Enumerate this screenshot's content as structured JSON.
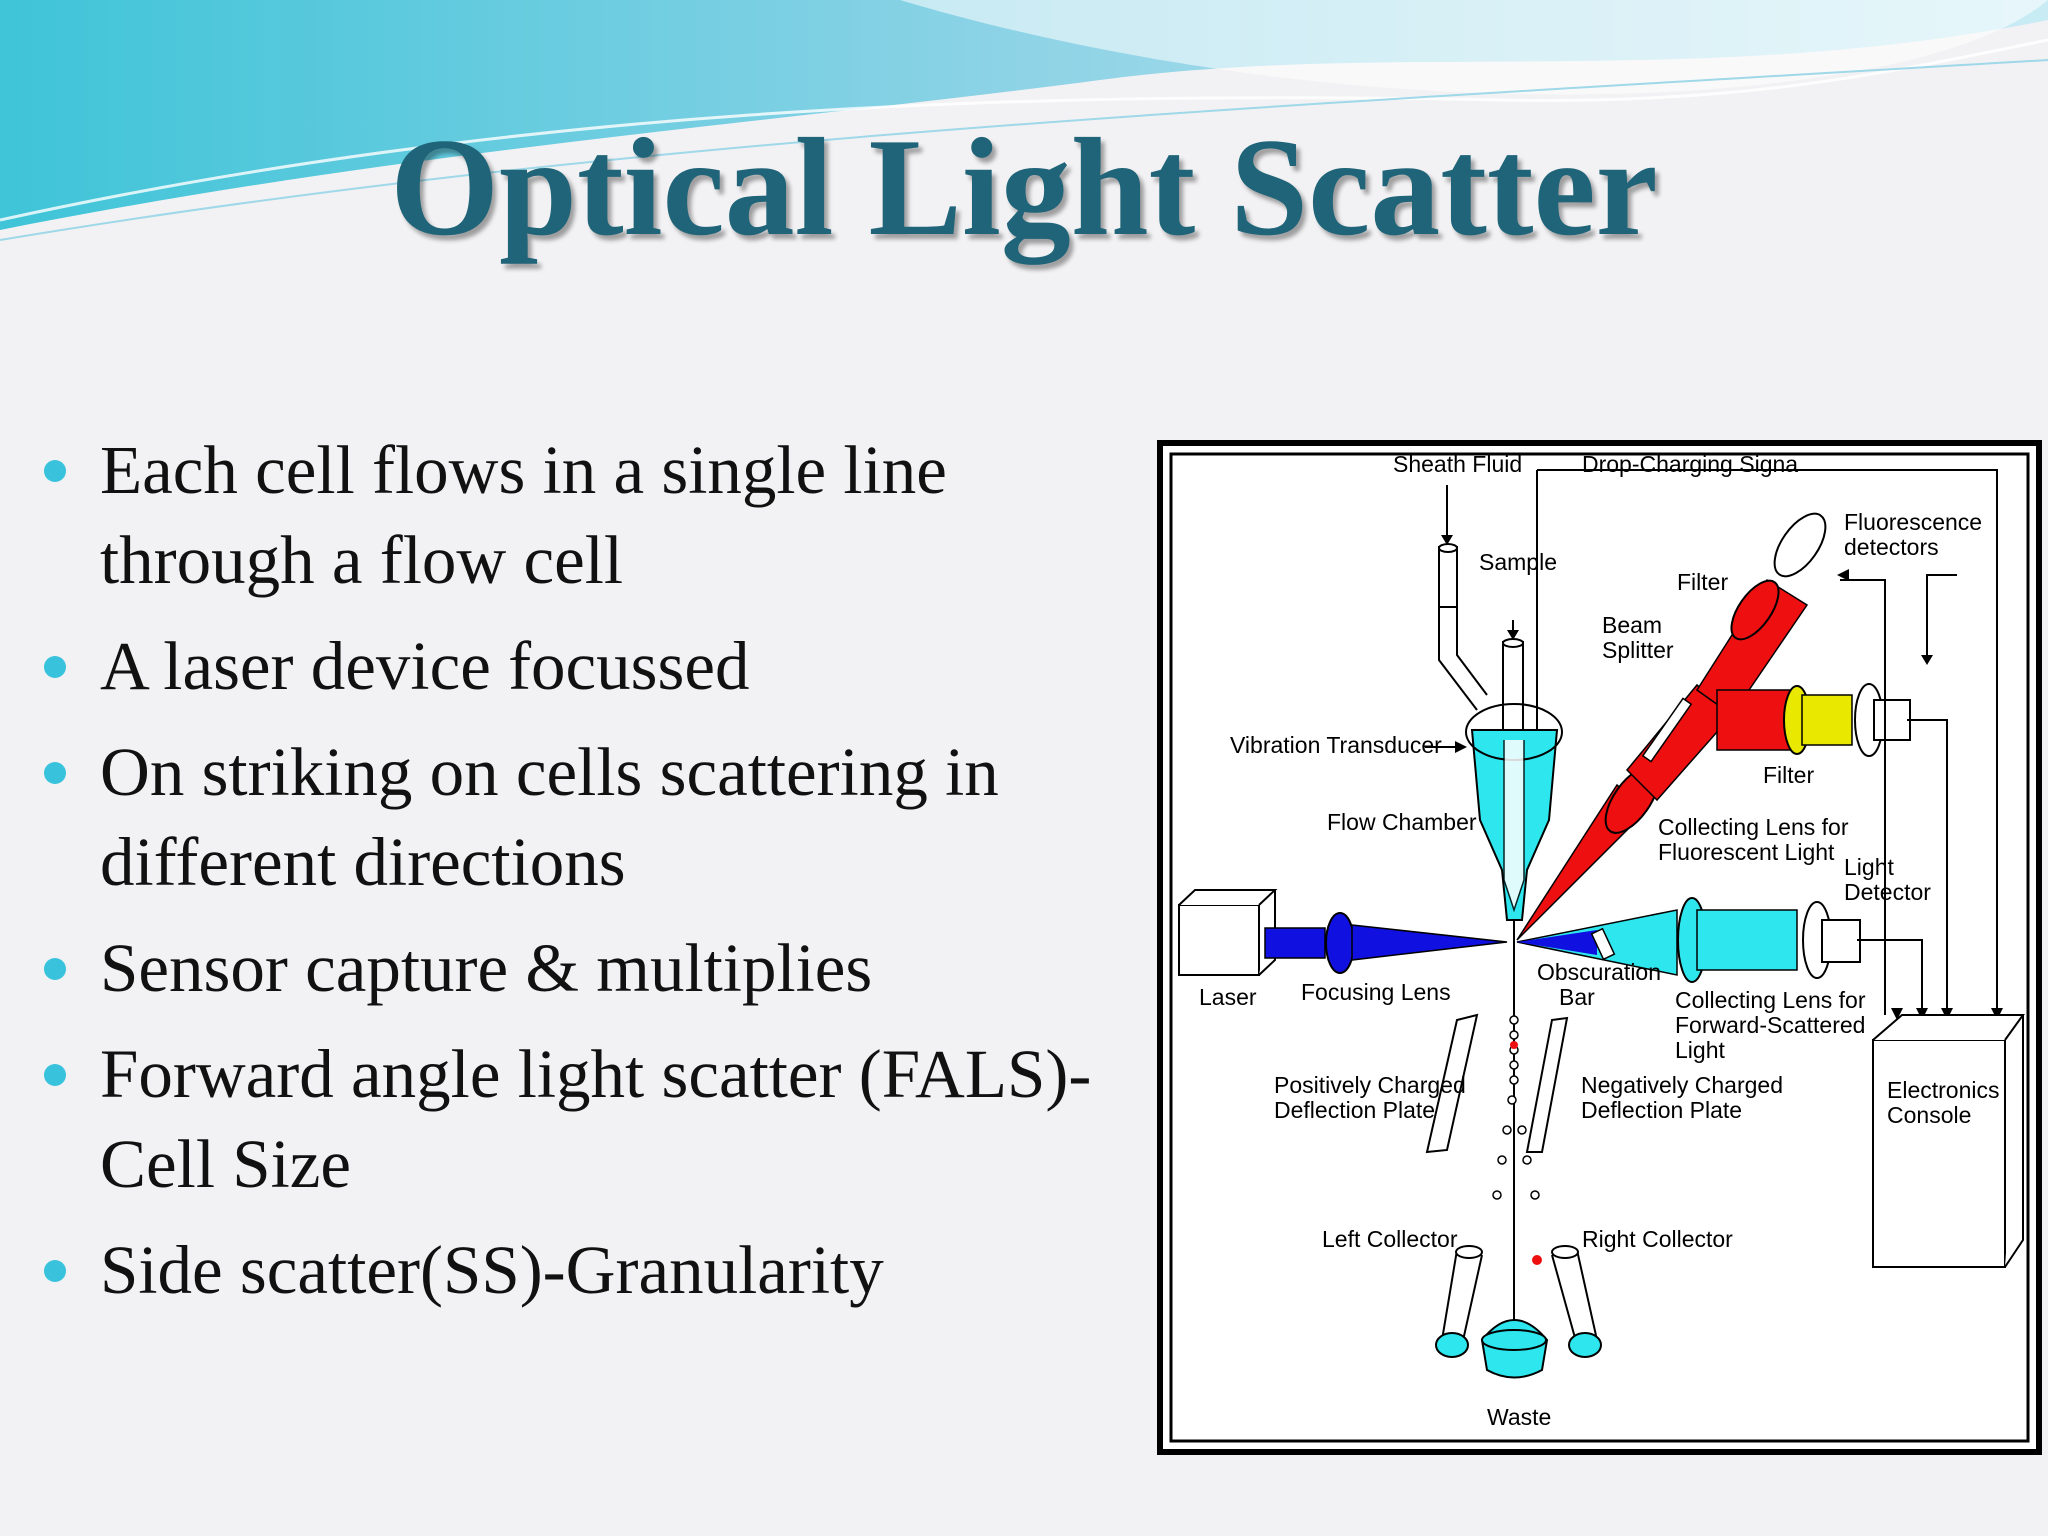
{
  "slide": {
    "title": "Optical Light Scatter",
    "bullets": [
      {
        "text": "Each cell flows in a single line through a flow cell"
      },
      {
        "text": "A laser device focussed"
      },
      {
        "text": "On striking on cells scattering in different directions"
      },
      {
        "text": "Sensor capture & multiplies"
      },
      {
        "text": "Forward angle light scatter (FALS)-Cell Size"
      },
      {
        "text": "Side scatter(SS)-Granularity"
      }
    ],
    "accent_color": "#38c2dc",
    "title_color": "#1f6478"
  },
  "diagram": {
    "labels": {
      "sheath_fluid": "Sheath Fluid",
      "drop_charging": "Drop-Charging Signa",
      "sample": "Sample",
      "fluorescence_1": "Fluorescence",
      "fluorescence_2": "detectors",
      "filter_top": "Filter",
      "beam_1": "Beam",
      "beam_2": "Splitter",
      "vibration": "Vibration Transducer",
      "filter_mid": "Filter",
      "flow_chamber": "Flow Chamber",
      "collect_fl_1": "Collecting Lens for",
      "collect_fl_2": "Fluorescent Light",
      "light_det_1": "Light",
      "light_det_2": "Detector",
      "laser": "Laser",
      "focusing_lens": "Focusing Lens",
      "obscuration_1": "Obscuration",
      "obscuration_2": "Bar",
      "collect_fw_1": "Collecting Lens for",
      "collect_fw_2": "Forward-Scattered",
      "collect_fw_3": "Light",
      "electronics_1": "Electronics",
      "electronics_2": "Console",
      "pos_plate_1": "Positively Charged",
      "pos_plate_2": "Deflection Plate",
      "neg_plate_1": "Negatively Charged",
      "neg_plate_2": "Deflection Plate",
      "left_collector": "Left Collector",
      "right_collector": "Right Collector",
      "waste": "Waste"
    },
    "colors": {
      "laser_beam": "#1010e0",
      "forward_light": "#2ee6ee",
      "fluorescence": "#ee1010",
      "filter": "#e8e800"
    }
  }
}
